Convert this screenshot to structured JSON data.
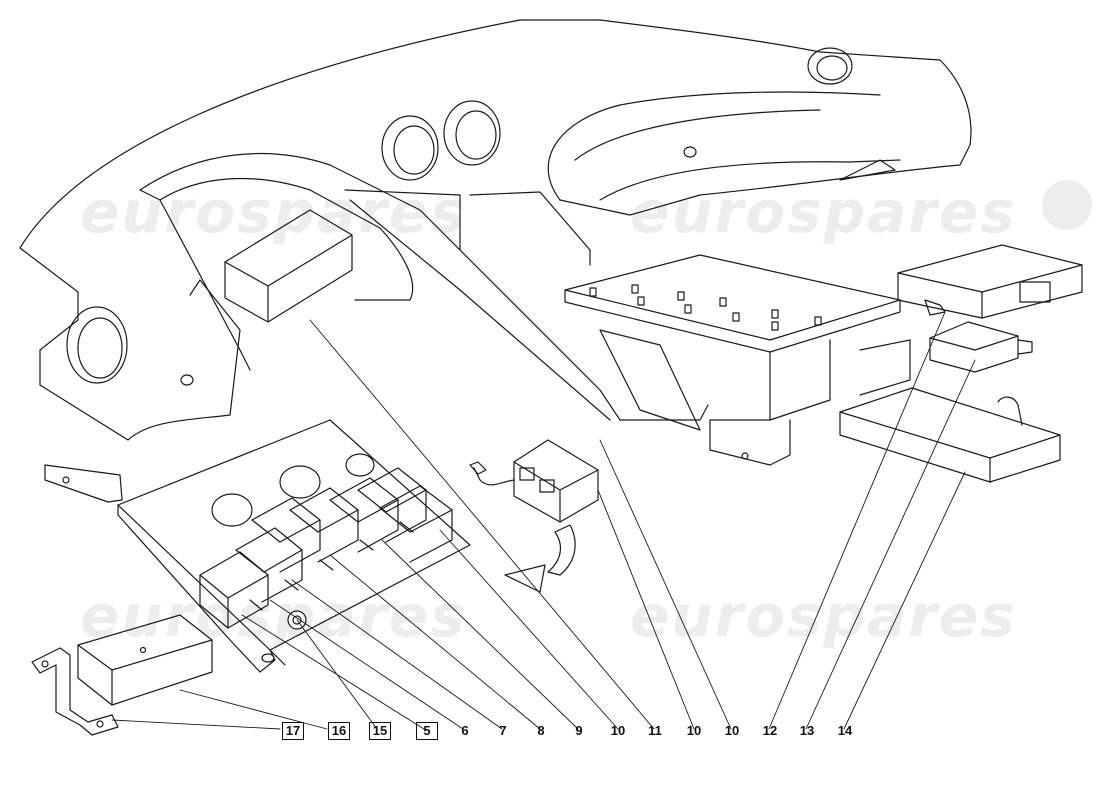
{
  "watermark": {
    "text": "eurospares"
  },
  "callouts": [
    {
      "label": "17",
      "boxed": true
    },
    {
      "label": "16",
      "boxed": true
    },
    {
      "label": "15",
      "boxed": true
    },
    {
      "label": "5",
      "boxed": true
    },
    {
      "label": "6",
      "boxed": false
    },
    {
      "label": "7",
      "boxed": false
    },
    {
      "label": "8",
      "boxed": false
    },
    {
      "label": "9",
      "boxed": false
    },
    {
      "label": "10",
      "boxed": false
    },
    {
      "label": "11",
      "boxed": false
    },
    {
      "label": "10",
      "boxed": false
    },
    {
      "label": "10",
      "boxed": false
    },
    {
      "label": "12",
      "boxed": false
    },
    {
      "label": "13",
      "boxed": false
    },
    {
      "label": "14",
      "boxed": false
    }
  ]
}
